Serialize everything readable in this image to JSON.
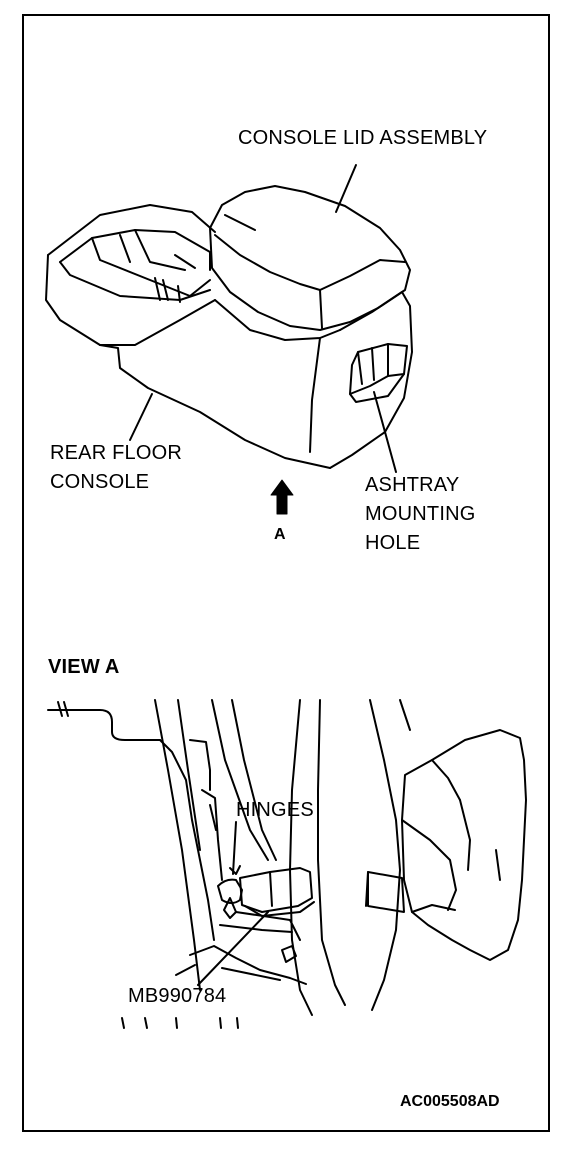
{
  "top_view": {
    "console_lid_label": "CONSOLE LID ASSEMBLY",
    "rear_floor_console_line1": "REAR FLOOR",
    "rear_floor_console_line2": "CONSOLE",
    "ashtray_line1": "ASHTRAY",
    "ashtray_line2": "MOUNTING",
    "ashtray_line3": "HOLE",
    "view_arrow_letter": "A"
  },
  "bottom_view": {
    "title": "VIEW A",
    "hinges_label": "HINGES",
    "tool_label": "MB990784"
  },
  "figure_code": "AC005508AD",
  "colors": {
    "line": "#000000",
    "background": "#ffffff"
  }
}
